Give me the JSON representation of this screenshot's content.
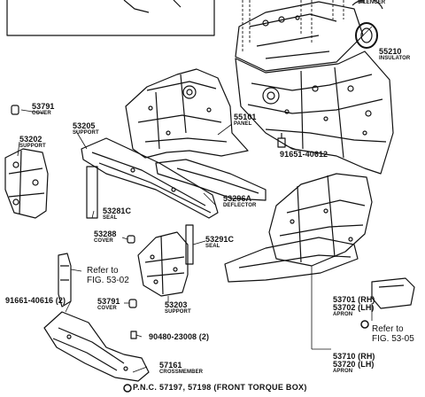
{
  "parts": {
    "p53791_top": {
      "number": "53791",
      "name": "COVER"
    },
    "p53202": {
      "number": "53202",
      "name": "SUPPORT"
    },
    "p53205": {
      "number": "53205",
      "name": "SUPPORT"
    },
    "p55101": {
      "number": "55101",
      "name": "PANEL"
    },
    "p55210": {
      "number": "55210",
      "name": "INSULATOR"
    },
    "silencer": {
      "name": "SILENCER"
    },
    "p91651_40612": {
      "number": "91651-40612"
    },
    "p53281c_left": {
      "number": "53281C",
      "name": "SEAL"
    },
    "p53296a": {
      "number": "53296A",
      "name": "DEFLECTOR"
    },
    "p53288": {
      "number": "53288",
      "name": "COVER"
    },
    "p53291c": {
      "number": "53291C",
      "name": "SEAL"
    },
    "p53791_mid": {
      "number": "53791",
      "name": "COVER"
    },
    "p53203": {
      "number": "53203",
      "name": "SUPPORT"
    },
    "p91661_40616": {
      "number": "91661-40616 (2)"
    },
    "p90480_23008": {
      "number": "90480-23008 (2)"
    },
    "p57161": {
      "number": "57161",
      "name": "CROSSMEMBER"
    },
    "apron_a": {
      "rh": "53701 (RH)",
      "lh": "53702 (LH)",
      "name": "APRON"
    },
    "apron_b": {
      "rh": "53710 (RH)",
      "lh": "53720 (LH)",
      "name": "APRON"
    }
  },
  "refs": {
    "fig5302": {
      "line1": "Refer to",
      "line2": "FIG. 53-02"
    },
    "fig5305": {
      "line1": "Refer to",
      "line2": "FIG. 53-05"
    }
  },
  "footer": {
    "text": "P.N.C. 57197, 57198 (FRONT TORQUE BOX)"
  }
}
